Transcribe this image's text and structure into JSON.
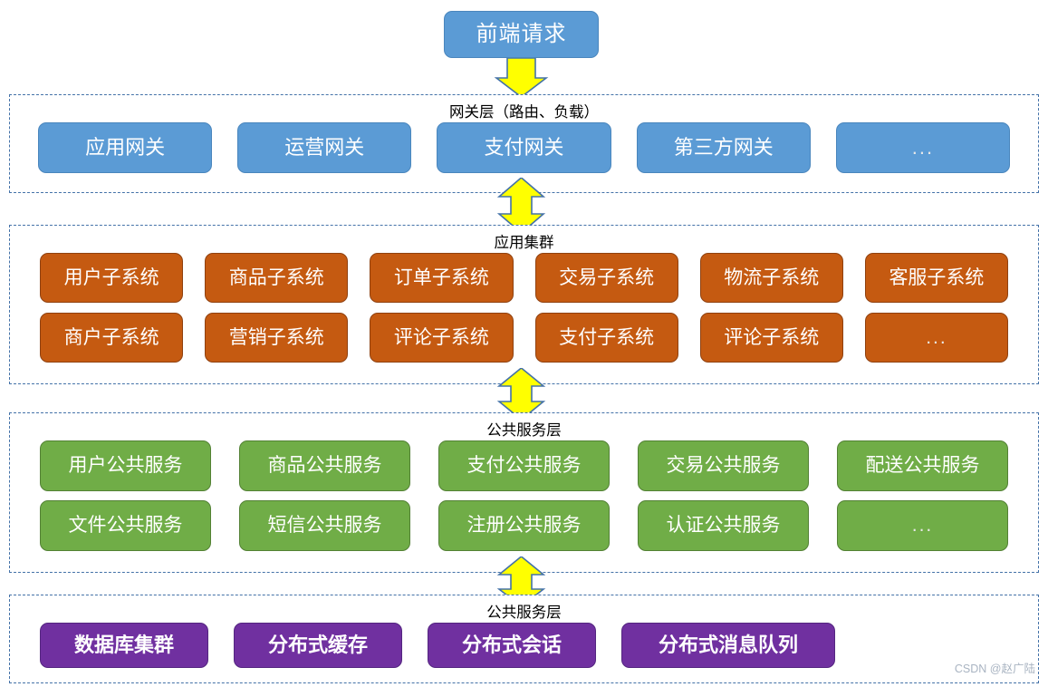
{
  "entry": {
    "label": "前端请求",
    "color": "#5B9BD5"
  },
  "arrows": [
    {
      "name": "arrow-entry-to-gateway",
      "direction": "down",
      "fill": "#FFFF00",
      "stroke": "#4472a8"
    },
    {
      "name": "arrow-gateway-to-app",
      "direction": "both",
      "fill": "#FFFF00",
      "stroke": "#4472a8"
    },
    {
      "name": "arrow-app-to-service",
      "direction": "both",
      "fill": "#FFFF00",
      "stroke": "#4472a8"
    },
    {
      "name": "arrow-service-to-infra",
      "direction": "both",
      "fill": "#FFFF00",
      "stroke": "#4472a8"
    }
  ],
  "layers": [
    {
      "id": "gateway",
      "title": "网关层（路由、负载）",
      "color": "#5B9BD5",
      "rows": [
        [
          "应用网关",
          "运营网关",
          "支付网关",
          "第三方网关",
          "..."
        ]
      ]
    },
    {
      "id": "app",
      "title": "应用集群",
      "color": "#C55A11",
      "rows": [
        [
          "用户子系统",
          "商品子系统",
          "订单子系统",
          "交易子系统",
          "物流子系统",
          "客服子系统"
        ],
        [
          "商户子系统",
          "营销子系统",
          "评论子系统",
          "支付子系统",
          "评论子系统",
          "..."
        ]
      ]
    },
    {
      "id": "service",
      "title": "公共服务层",
      "color": "#70AD47",
      "rows": [
        [
          "用户公共服务",
          "商品公共服务",
          "支付公共服务",
          "交易公共服务",
          "配送公共服务"
        ],
        [
          "文件公共服务",
          "短信公共服务",
          "注册公共服务",
          "认证公共服务",
          "..."
        ]
      ]
    },
    {
      "id": "infra",
      "title": "公共服务层",
      "color": "#7030A0",
      "rows": [
        [
          "数据库集群",
          "分布式缓存",
          "分布式会话",
          "分布式消息队列"
        ]
      ]
    }
  ],
  "watermark": "CSDN @赵广陆"
}
